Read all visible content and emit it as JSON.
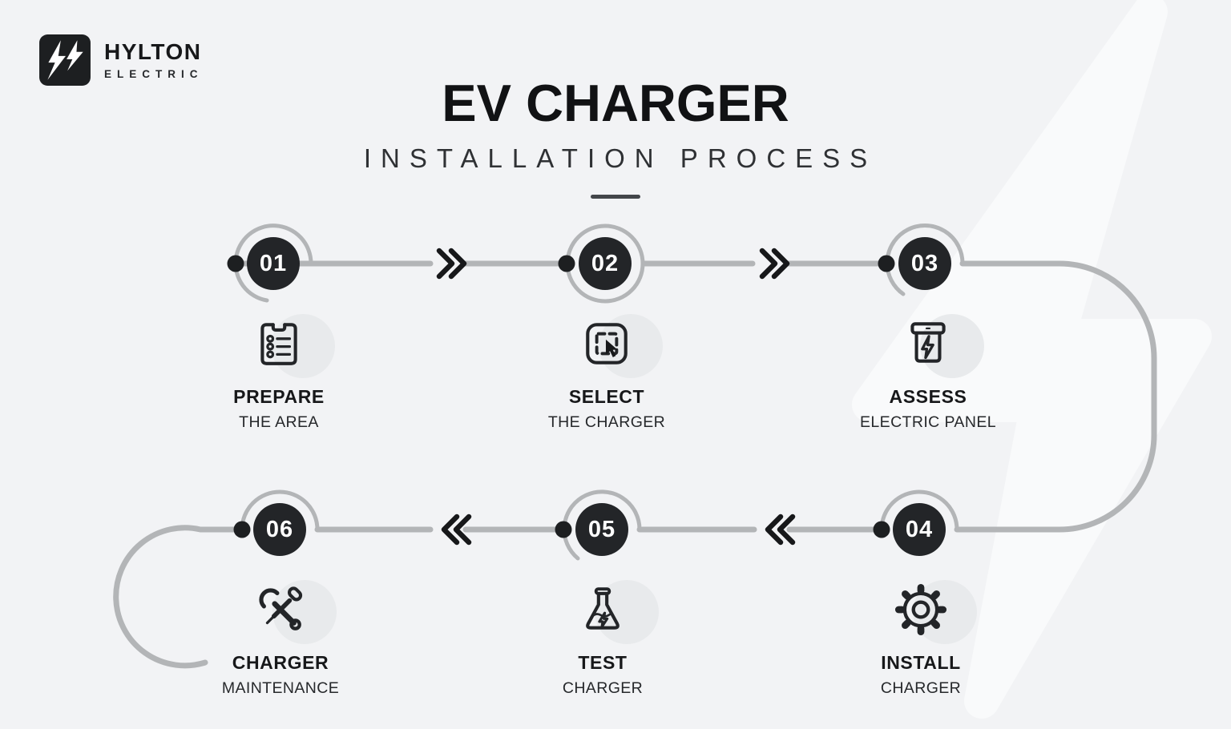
{
  "brand": {
    "name": "HYLTON",
    "sub": "ELECTRIC",
    "logo_icon": "double-lightning-bolt-icon"
  },
  "header": {
    "title": "EV CHARGER",
    "subtitle": "INSTALLATION PROCESS"
  },
  "steps": [
    {
      "number": "01",
      "title": "PREPARE",
      "subtitle": "THE AREA",
      "icon": "checklist-clipboard-icon"
    },
    {
      "number": "02",
      "title": "SELECT",
      "subtitle": "THE CHARGER",
      "icon": "select-cursor-icon"
    },
    {
      "number": "03",
      "title": "ASSESS",
      "subtitle": "ELECTRIC PANEL",
      "icon": "electric-panel-icon"
    },
    {
      "number": "04",
      "title": "INSTALL",
      "subtitle": "CHARGER",
      "icon": "gear-icon"
    },
    {
      "number": "05",
      "title": "TEST",
      "subtitle": "CHARGER",
      "icon": "test-flask-icon"
    },
    {
      "number": "06",
      "title": "CHARGER",
      "subtitle": "MAINTENANCE",
      "icon": "maintenance-tools-icon"
    }
  ],
  "flow": {
    "direction_row1": "left-to-right",
    "direction_row2": "right-to-left"
  },
  "colors": {
    "background": "#f2f3f5",
    "step_circle": "#232528",
    "connector_line": "#b3b5b7",
    "chevron": "#17181a",
    "watermark": "#f9fafb"
  }
}
